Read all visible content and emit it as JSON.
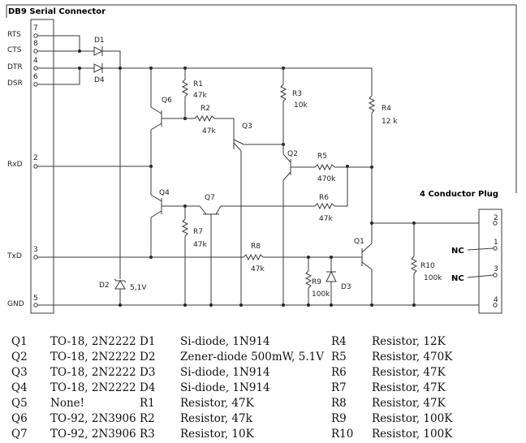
{
  "schematic": {
    "title": "DB9 Serial Connector",
    "plug_title": "4 Conductor Plug",
    "db9_pins": [
      {
        "name": "RTS",
        "num": "7"
      },
      {
        "name": "CTS",
        "num": "8"
      },
      {
        "name": "DTR",
        "num": "4"
      },
      {
        "name": "DSR",
        "num": "6"
      },
      {
        "name": "RxD",
        "num": "2"
      },
      {
        "name": "TxD",
        "num": "3"
      },
      {
        "name": "GND",
        "num": "5"
      }
    ],
    "plug_pins": [
      {
        "num": "2",
        "label": ""
      },
      {
        "num": "1",
        "label": "NC"
      },
      {
        "num": "3",
        "label": "NC"
      },
      {
        "num": "4",
        "label": ""
      }
    ],
    "labels": {
      "D1": "D1",
      "D4": "D4",
      "D2": "D2",
      "D2_val": "5,1V",
      "D3": "D3",
      "R1": "R1",
      "R1_val": "47k",
      "R2": "R2",
      "R2_val": "47k",
      "R3": "R3",
      "R3_val": "10k",
      "R4": "R4",
      "R4_val": "12 k",
      "R5": "R5",
      "R5_val": "470k",
      "R6": "R6",
      "R6_val": "47k",
      "R7": "R7",
      "R7_val": "47k",
      "R8": "R8",
      "R8_val": "47k",
      "R9": "R9",
      "R9_val": "100k",
      "R10": "R10",
      "R10_val": "100k",
      "Q1": "Q1",
      "Q2": "Q2",
      "Q3": "Q3",
      "Q4": "Q4",
      "Q6": "Q6",
      "Q7": "Q7"
    }
  },
  "parts_table": [
    [
      "Q1",
      "TO-18, 2N2222",
      "D1",
      "Si-diode, 1N914",
      "R4",
      "Resistor, 12K"
    ],
    [
      "Q2",
      "TO-18, 2N2222",
      "D2",
      "Zener-diode 500mW, 5.1V",
      "R5",
      "Resistor, 470K"
    ],
    [
      "Q3",
      "TO-18, 2N2222",
      "D3",
      "Si-diode, 1N914",
      "R6",
      "Resistor, 47K"
    ],
    [
      "Q4",
      "TO-18, 2N2222",
      "D4",
      "Si-diode, 1N914",
      "R7",
      "Resistor, 47K"
    ],
    [
      "Q5",
      "None!",
      "R1",
      "Resistor, 47K",
      "R8",
      "Resistor, 47K"
    ],
    [
      "Q6",
      "TO-92, 2N3906",
      "R2",
      "Resistor, 47k",
      "R9",
      "Resistor, 100K"
    ],
    [
      "Q7",
      "TO-92, 2N3906",
      "R3",
      "Resistor, 10K",
      "R10",
      "Resistor, 100K"
    ]
  ]
}
